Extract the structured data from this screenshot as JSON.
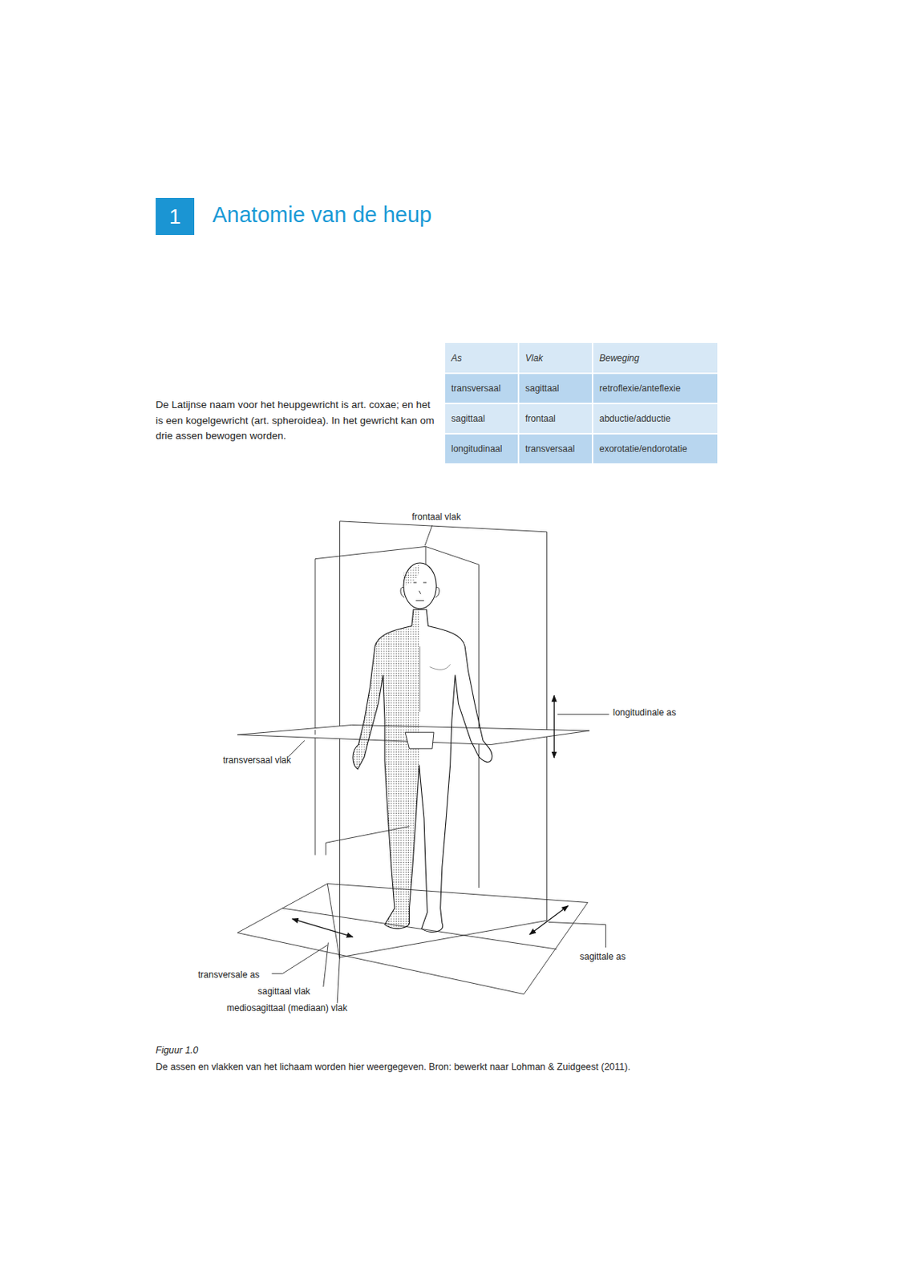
{
  "diagram": {
    "title": "Anatomie van de heup",
    "caption": "De assen en vlakken van het lichaam worden hier weergegeven. Bron: bewerkt naar Lohman & Zuidgeest (2011).",
    "nodes": [
      {
        "text": [
          "1"
        ]
      }
    ],
    "labels": [
      "De Latijnse naam voor het heupgewricht is art. coxae; en het is een kogelgewricht (art. spheroidea). In het gewricht kan om drie assen bewogen worden.",
      "As",
      "Vlak",
      "Beweging",
      "transversaal",
      "sagittaal",
      "retroflexie/anteflexie",
      "sagittaal",
      "frontaal",
      "abductie/adductie",
      "longitudinaal",
      "transversaal",
      "exorotatie/endorotatie",
      "frontaal vlak",
      "longitudinale as",
      "transversaal vlak",
      "sagittale as",
      "transversale as",
      "sagittaal vlak",
      "mediosagittaal (mediaan) vlak",
      "Figuur 1.0"
    ]
  }
}
